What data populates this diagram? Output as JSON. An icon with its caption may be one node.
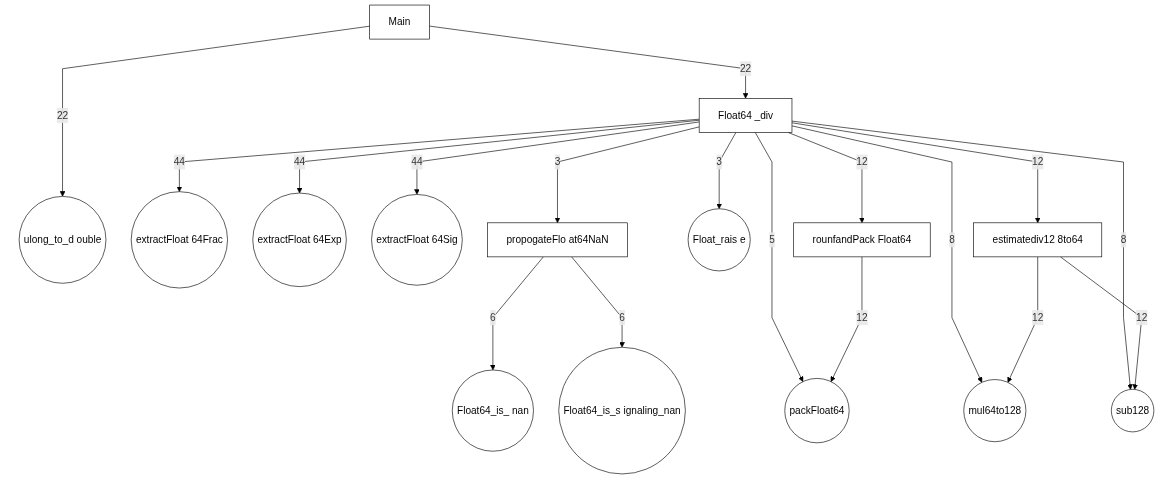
{
  "diagram": {
    "nodes": [
      {
        "text": [
          "Main"
        ]
      },
      {
        "text": [
          "Float64 _div"
        ]
      },
      {
        "text": [
          "ulong_to_d ouble"
        ]
      },
      {
        "text": [
          "extractFloat 64Frac"
        ]
      },
      {
        "text": [
          "extractFloat 64Exp"
        ]
      },
      {
        "text": [
          "extractFloat 64Sig"
        ]
      },
      {
        "text": [
          "propogateFlo at64NaN"
        ]
      },
      {
        "text": [
          "Float_rais e"
        ]
      },
      {
        "text": [
          "rounfandPack Float64"
        ]
      },
      {
        "text": [
          "estimatediv12 8to64"
        ]
      },
      {
        "text": [
          "Float64_is_ nan"
        ]
      },
      {
        "text": [
          "Float64_is_s ignaling_nan"
        ]
      },
      {
        "text": [
          "packFloat64"
        ]
      },
      {
        "text": [
          "mul64to128"
        ]
      },
      {
        "text": [
          "sub128"
        ]
      }
    ],
    "edges": [
      {
        "from": 0,
        "to": 1,
        "arrow": "to",
        "label": "22"
      },
      {
        "from": 0,
        "to": 2,
        "arrow": "to",
        "label": "22"
      },
      {
        "from": 1,
        "to": 3,
        "arrow": "to",
        "label": "44"
      },
      {
        "from": 1,
        "to": 4,
        "arrow": "to",
        "label": "44"
      },
      {
        "from": 1,
        "to": 5,
        "arrow": "to",
        "label": "44"
      },
      {
        "from": 1,
        "to": 6,
        "arrow": "to",
        "label": "3"
      },
      {
        "from": 1,
        "to": 7,
        "arrow": "to",
        "label": "3"
      },
      {
        "from": 1,
        "to": 12,
        "arrow": "to",
        "label": "5"
      },
      {
        "from": 1,
        "to": 8,
        "arrow": "to",
        "label": "12"
      },
      {
        "from": 1,
        "to": 9,
        "arrow": "to",
        "label": "12"
      },
      {
        "from": 1,
        "to": 13,
        "arrow": "to",
        "label": "8"
      },
      {
        "from": 1,
        "to": 14,
        "arrow": "to",
        "label": "8"
      },
      {
        "from": 6,
        "to": 10,
        "arrow": "to",
        "label": "6"
      },
      {
        "from": 6,
        "to": 11,
        "arrow": "to",
        "label": "6"
      },
      {
        "from": 8,
        "to": 12,
        "arrow": "to",
        "label": "12"
      },
      {
        "from": 9,
        "to": 13,
        "arrow": "to",
        "label": "12"
      },
      {
        "from": 9,
        "to": 14,
        "arrow": "to",
        "label": "12"
      }
    ]
  }
}
